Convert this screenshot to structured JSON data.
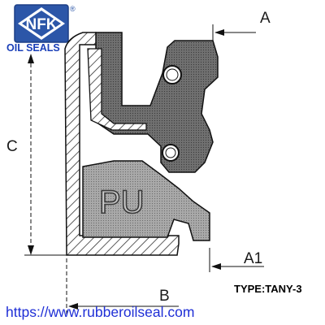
{
  "logo": {
    "text": "NFK",
    "registered_mark": "®",
    "subtitle": "OIL SEALS",
    "colors": {
      "badge": "#2c56a8",
      "subtitle": "#1a3fb8"
    }
  },
  "dimensions": {
    "a": "A",
    "a1": "A1",
    "b": "B",
    "c": "C"
  },
  "material_label": "PU",
  "type_label": "TYPE:TANY-3",
  "website": "https://www.rubberoilseal.com",
  "colors": {
    "outline": "#111111",
    "rubber_fill": "#7a7a7a",
    "pu_fill": "#b0b0b0",
    "hatch": "#333333",
    "link": "#1f2fd6"
  }
}
